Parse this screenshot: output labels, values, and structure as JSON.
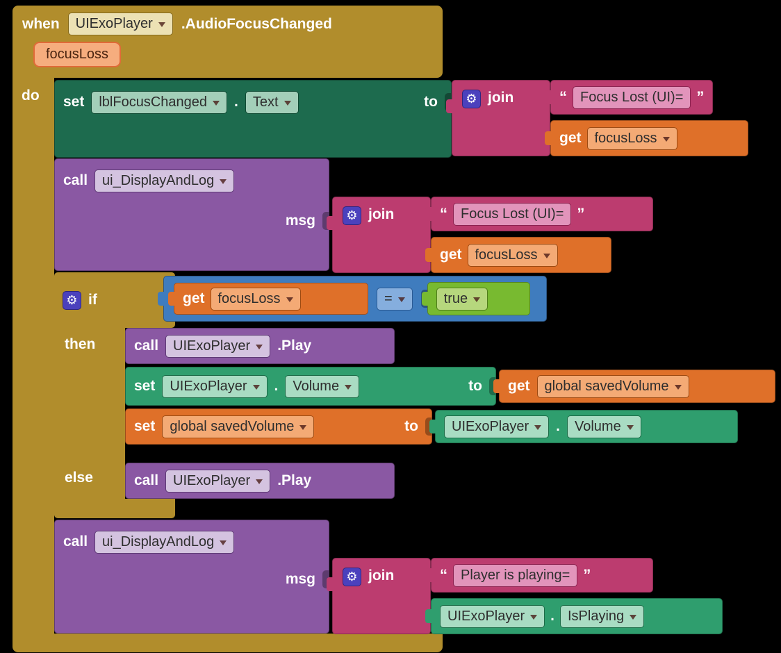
{
  "colors": {
    "canvas": "#000000",
    "event_gold": "#b18d2c",
    "setter_dark_green": "#1d6b4e",
    "property_green": "#2f9e6e",
    "text_magenta": "#bc3c6f",
    "variable_orange": "#df7029",
    "procedure_purple": "#8a58a3",
    "logic_blue": "#3f7cbe",
    "logic_true_green": "#78ba30",
    "mutator_indigo": "#4b41bd"
  },
  "icons": {
    "gear": "⚙",
    "quote_open": "“",
    "quote_close": "”"
  },
  "when": {
    "kw": "when",
    "component": "UIExoPlayer",
    "event": ".AudioFocusChanged",
    "param": "focusLoss",
    "do": "do"
  },
  "set_text": {
    "kw": "set",
    "component": "lblFocusChanged",
    "dot": ".",
    "property": "Text",
    "to": "to"
  },
  "join1": {
    "kw": "join",
    "str": "Focus Lost (UI)=",
    "get": {
      "kw": "get",
      "var": "focusLoss"
    }
  },
  "call1": {
    "kw": "call",
    "proc": "ui_DisplayAndLog",
    "arg": "msg"
  },
  "join2": {
    "kw": "join",
    "str": "Focus Lost (UI)=",
    "get": {
      "kw": "get",
      "var": "focusLoss"
    }
  },
  "if_block": {
    "kw": "if",
    "then": "then",
    "else": "else",
    "cond": {
      "get": {
        "kw": "get",
        "var": "focusLoss"
      },
      "op": "=",
      "value": "true"
    }
  },
  "then_call_play": {
    "kw": "call",
    "component": "UIExoPlayer",
    "method": ".Play"
  },
  "set_volume": {
    "kw": "set",
    "component": "UIExoPlayer",
    "dot": ".",
    "property": "Volume",
    "to": "to",
    "value": {
      "kw": "get",
      "var": "global savedVolume"
    }
  },
  "set_saved": {
    "kw": "set",
    "var": "global savedVolume",
    "to": "to",
    "value": {
      "component": "UIExoPlayer",
      "dot": ".",
      "property": "Volume"
    }
  },
  "else_call_play": {
    "kw": "call",
    "component": "UIExoPlayer",
    "method": ".Play"
  },
  "call2": {
    "kw": "call",
    "proc": "ui_DisplayAndLog",
    "arg": "msg"
  },
  "join3": {
    "kw": "join",
    "str": "Player is playing=",
    "value": {
      "component": "UIExoPlayer",
      "dot": ".",
      "property": "IsPlaying"
    }
  }
}
